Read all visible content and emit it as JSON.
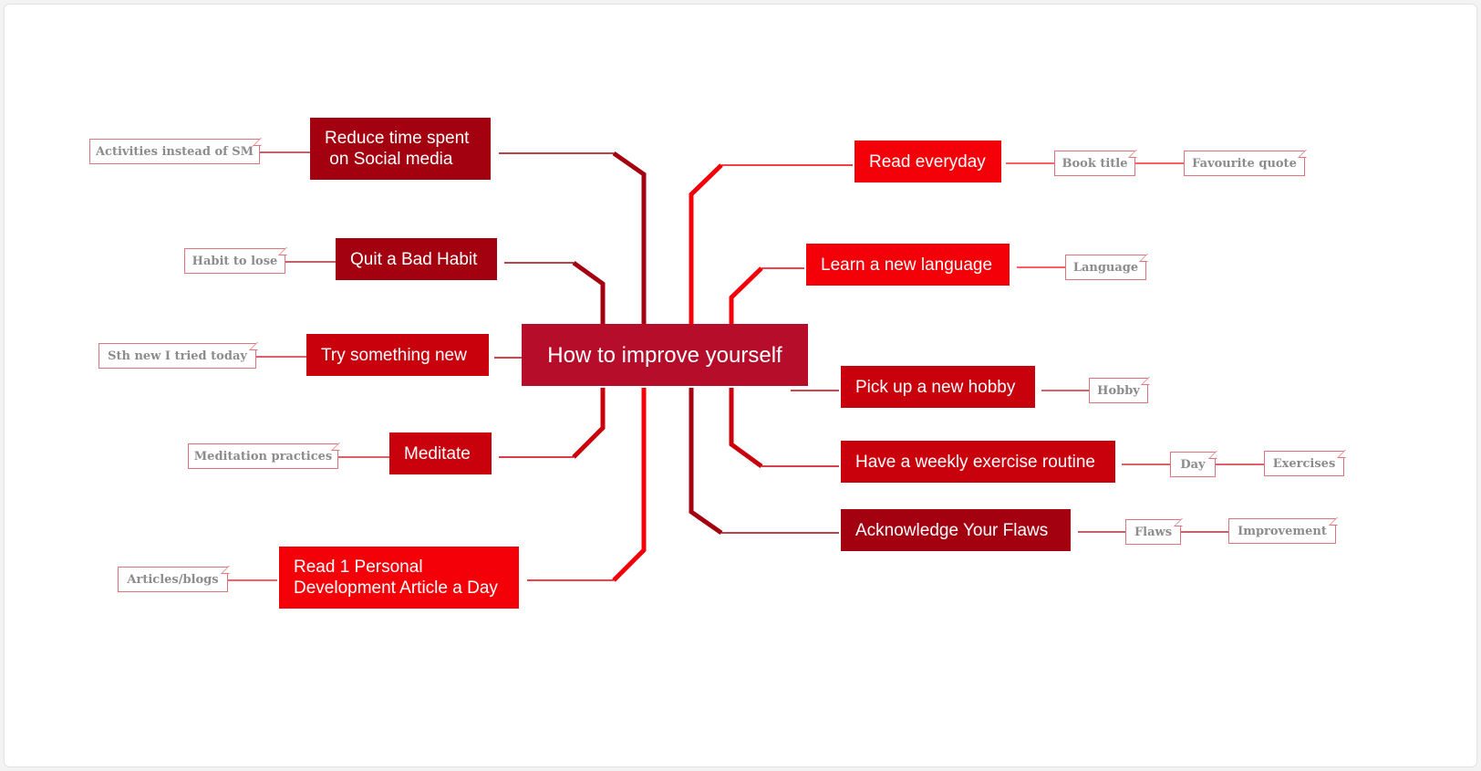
{
  "colors": {
    "center": "#b50d2a",
    "bright": "#f40008",
    "medium": "#c8010d",
    "dark": "#a30010",
    "tag_border": "#e0747c",
    "tag_text": "#8c8c8c"
  },
  "mindmap": {
    "center": {
      "label": "How to improve yourself"
    },
    "branches": [
      {
        "label": "Reduce time spent\n on Social media",
        "tags": [
          "Activities instead of SM"
        ]
      },
      {
        "label": "Quit a Bad Habit",
        "tags": [
          "Habit to lose"
        ]
      },
      {
        "label": "Try something new",
        "tags": [
          "Sth new I tried today"
        ]
      },
      {
        "label": "Meditate",
        "tags": [
          "Meditation practices"
        ]
      },
      {
        "label": "Read 1 Personal\nDevelopment Article a Day",
        "tags": [
          "Articles/blogs"
        ]
      },
      {
        "label": "Read everyday",
        "tags": [
          "Book title",
          "Favourite quote"
        ]
      },
      {
        "label": "Learn a new language",
        "tags": [
          "Language"
        ]
      },
      {
        "label": "Pick up a new hobby",
        "tags": [
          "Hobby"
        ]
      },
      {
        "label": "Have a weekly exercise routine",
        "tags": [
          "Day",
          "Exercises"
        ]
      },
      {
        "label": "Acknowledge Your Flaws",
        "tags": [
          "Flaws",
          "Improvement"
        ]
      }
    ]
  }
}
